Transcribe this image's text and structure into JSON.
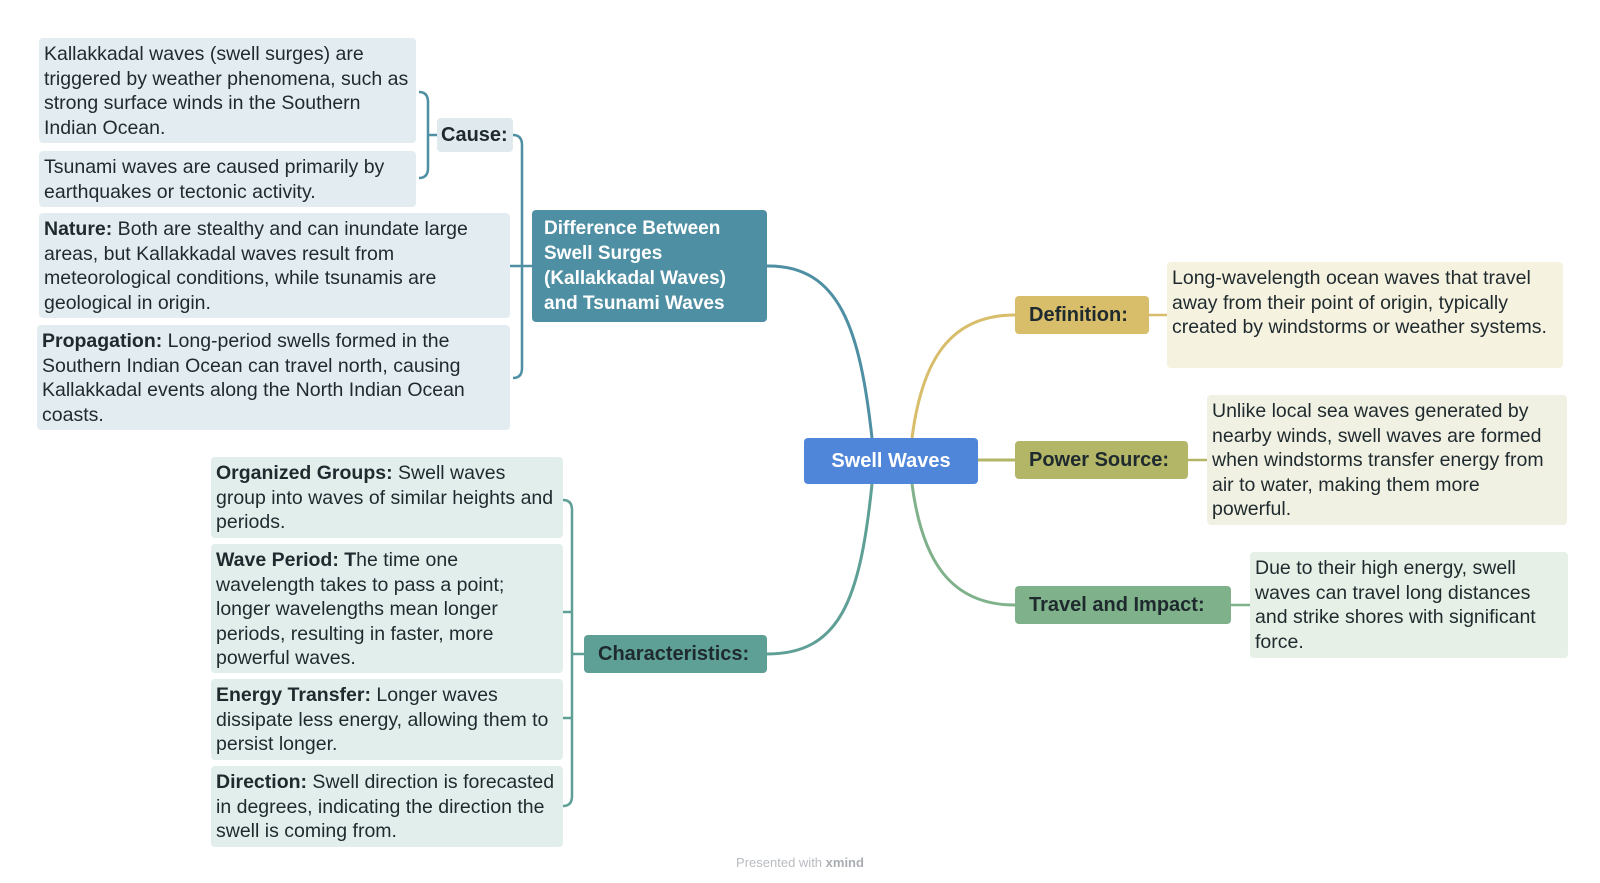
{
  "central": "Swell Waves",
  "difference": {
    "title": "Difference Between Swell Surges (Kallakkadal Waves) and Tsunami Waves",
    "cause_label": "Cause:",
    "cause_items": [
      "Kallakkadal waves (swell surges) are triggered by weather phenomena, such as strong surface winds in the Southern Indian Ocean.",
      "Tsunami waves are caused primarily by earthquakes or tectonic activity."
    ],
    "nature": {
      "term": "Nature:",
      "text": " Both are stealthy and can inundate large areas, but Kallakkadal waves result from meteorological conditions, while tsunamis are geological in origin."
    },
    "propagation": {
      "term": "Propagation:",
      "text": " Long-period swells formed in the Southern Indian Ocean can travel north, causing Kallakkadal events along the North Indian Ocean coasts."
    }
  },
  "characteristics": {
    "title": "Characteristics:",
    "items": [
      {
        "term": "Organized Groups:",
        "text": " Swell waves group into waves of similar heights and periods."
      },
      {
        "term": "Wave Period: T",
        "text": "he time one wavelength takes to pass a point; longer wavelengths mean longer periods, resulting in faster, more powerful waves."
      },
      {
        "term": "Energy Transfer:",
        "text": " Longer waves dissipate less energy, allowing them to persist longer."
      },
      {
        "term": "Direction:",
        "text": " Swell direction is forecasted in degrees, indicating the direction the swell is coming from."
      }
    ]
  },
  "definition": {
    "title": "Definition:",
    "text": "Long-wavelength ocean waves that travel away from their point of origin, typically created by windstorms or weather systems."
  },
  "power_source": {
    "title": "Power Source:",
    "text": "Unlike local sea waves generated by nearby winds, swell waves are formed when windstorms transfer energy from air to water, making them more powerful."
  },
  "travel": {
    "title": "Travel and Impact:",
    "text": "Due to their high energy, swell waves can travel long distances and strike shores with significant force."
  },
  "footer": {
    "prefix": "Presented with ",
    "brand": "xmind"
  },
  "colors": {
    "central": "#4f86d9",
    "difference": "#4f8fa3",
    "characteristics": "#5e9f96",
    "definition": "#d8bd6a",
    "power_source": "#b3b567",
    "travel": "#7fb18a"
  }
}
